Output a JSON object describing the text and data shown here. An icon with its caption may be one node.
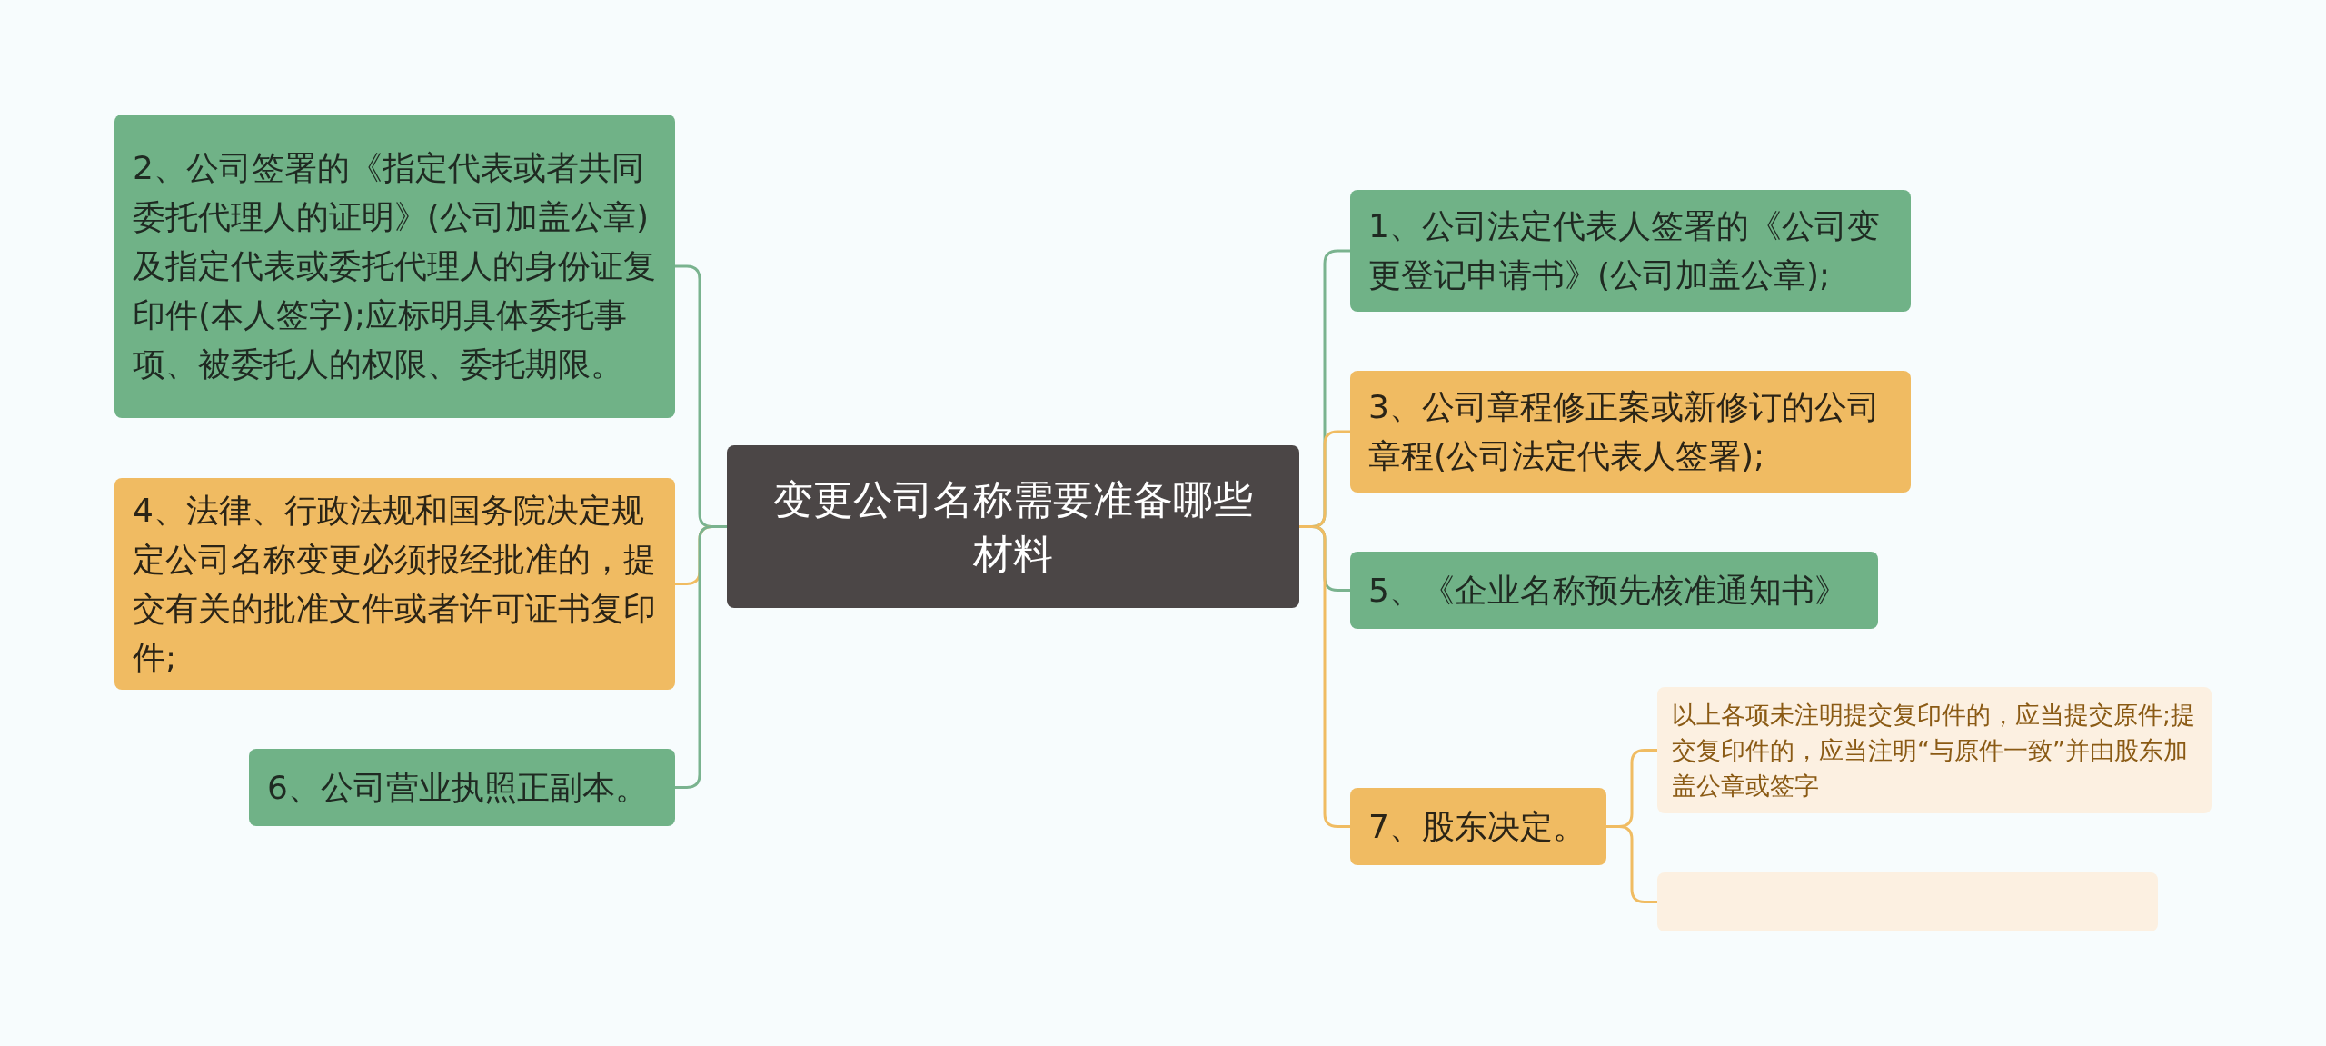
{
  "diagram": {
    "nodes": [
      {
        "text": [
          "变更公司名称需要准备哪些材料"
        ]
      },
      {
        "text": [
          "2、公司签署的《指定代表或者共同委托代理人的证明》(公司加盖公章)及指定代表或委托代理人的身份证复印件(本人签字);应标明具体委托事项、被委托人的权限、委托期限。"
        ]
      },
      {
        "text": [
          "4、法律、行政法规和国务院决定规定公司名称变更必须报经批准的，提交有关的批准文件或者许可证书复印件;"
        ]
      },
      {
        "text": [
          "6、公司营业执照正副本。"
        ]
      },
      {
        "text": [
          "1、公司法定代表人签署的《公司变更登记申请书》(公司加盖公章);"
        ]
      },
      {
        "text": [
          "3、公司章程修正案或新修订的公司章程(公司法定代表人签署);"
        ]
      },
      {
        "text": [
          "5、《企业名称预先核准通知书》"
        ]
      },
      {
        "text": [
          "7、股东决定。"
        ]
      },
      {
        "text": [
          "以上各项未注明提交复印件的，应当提交原件;提交复印件的，应当注明“与原件一致”并由股东加盖公章或签字"
        ]
      },
      {
        "text": [],
        "shape": "box"
      }
    ],
    "edges": [
      {
        "from": 0,
        "to": 1,
        "arrow": "none",
        "color": "#7ab38f"
      },
      {
        "from": 0,
        "to": 2,
        "arrow": "none"
      },
      {
        "from": 0,
        "to": 3,
        "arrow": "none",
        "color": "#7ab38f"
      },
      {
        "from": 0,
        "to": 4,
        "arrow": "none",
        "color": "#7ab38f"
      },
      {
        "from": 0,
        "to": 5,
        "arrow": "none"
      },
      {
        "from": 0,
        "to": 6,
        "arrow": "none",
        "color": "#7ab38f"
      },
      {
        "from": 0,
        "to": 7,
        "arrow": "none"
      },
      {
        "from": 7,
        "to": 8,
        "arrow": "none"
      },
      {
        "from": 7,
        "to": 9,
        "arrow": "none"
      }
    ]
  }
}
